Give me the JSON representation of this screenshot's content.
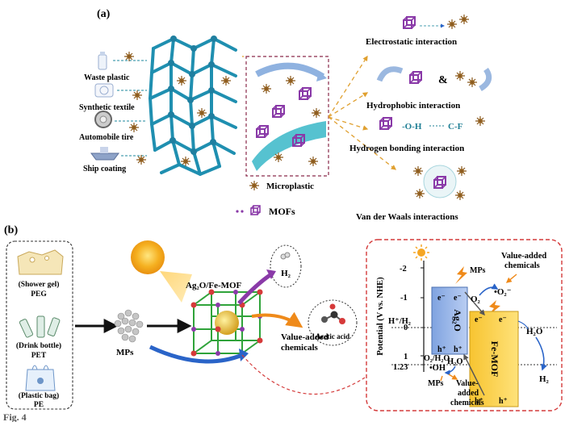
{
  "panel_a": {
    "label": "(a)",
    "sources": [
      "Waste plastic",
      "Synthetic textile",
      "Automobile tire",
      "Ship coating"
    ],
    "legend": {
      "microplastic": "Microplastic",
      "mofs": "MOFs"
    },
    "interactions": [
      "Electrostatic interaction",
      "Hydrophobic interaction",
      "Hydrogen bonding interaction",
      "Van der Waals interactions"
    ],
    "symbols": {
      "ampersand": "&",
      "oh": "-O-H",
      "cf": "C-F"
    }
  },
  "panel_b": {
    "label": "(b)",
    "plastics": [
      {
        "name": "(Shower gel)",
        "abbr": "PEG"
      },
      {
        "name": "(Drink bottle)",
        "abbr": "PET"
      },
      {
        "name": "(Plastic bag)",
        "abbr": "PE"
      }
    ],
    "mps": "MPs",
    "catalyst": "Ag₂O/Fe-MOF",
    "h2_bubble": "H₂",
    "vac_1": "Value-added",
    "vac_2": "chemicals",
    "acetic_acid": "Acetic acid",
    "energy": {
      "axis_label": "Potential (V vs. NHE)",
      "ticks": [
        "-2",
        "-1",
        "0",
        "1",
        "1.23"
      ],
      "h_level": "H⁺/H₂",
      "o_level": "O₂/H₂O",
      "ag2o": "Ag₂O",
      "femof": "Fe-MOF",
      "electron": "e⁻",
      "hole": "h⁺",
      "o2": "O₂",
      "o2_radical": "•O₂⁻",
      "oh_radical": "•OH",
      "h2o": "H₂O",
      "h2o_right": "H₂O",
      "h2_right": "H₂",
      "mps_top": "MPs",
      "vac_top_1": "Value-added",
      "vac_top_2": "chemicals",
      "mps_bottom": "MPs",
      "vac_bottom_1": "Value-",
      "vac_bottom_2": "added",
      "vac_bottom_3": "chemicals"
    }
  },
  "caption_fragment": "Fig. 4"
}
